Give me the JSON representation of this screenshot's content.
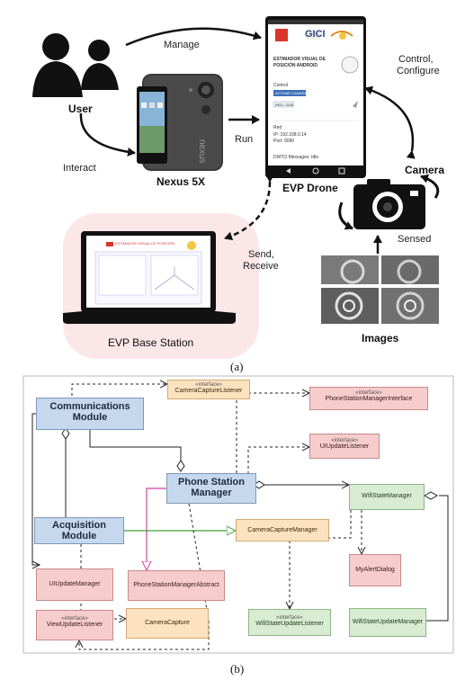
{
  "part_a": {
    "user_label": "User",
    "phone_label": "Nexus 5X",
    "drone_label": "EVP Drone",
    "camera_label": "Camera",
    "images_label": "Images",
    "base_label": "EVP Base Station",
    "edges": {
      "manage": "Manage",
      "run": "Run",
      "interact": "Interact",
      "control": "Control,",
      "configure": "Configure",
      "sensed": "Sensed",
      "send": "Send,",
      "receive": "Receive"
    },
    "screen": {
      "logo": "GICI",
      "title1": "ESTIMADOR VISUAL DE",
      "title2": "POSICIÓN ANDROID",
      "control": "Control",
      "btn": "ACTIVAR CAMARA",
      "red": "RED / 2D/E",
      "red_head": "Red",
      "ip": "IP: 192.168.0.14",
      "port": "Port: 9090",
      "msg": "DWTO Messages: Idle"
    },
    "base_screen_title": "ESTIMADOR VISUAL DE POSICIÓN"
  },
  "caption_a": "(a)",
  "caption_b": "(b)",
  "part_b": {
    "stereotype": "«interface»",
    "communications_module": "Communications Module",
    "phone_station_manager": "Phone Station Manager",
    "acquisition_module": "Acquisition Module",
    "camera_capture_listener": "CameraCaptureListener",
    "phone_station_manager_interface": "PhoneStationManagerInterface",
    "ui_update_listener": "UIUpdateListener",
    "wifi_state_manager": "WifiStateManager",
    "camera_capture_manager": "CameraCaptureManager",
    "my_alert_dialog": "MyAlertDialog",
    "ui_update_manager": "UIUpdateManager",
    "phone_station_manager_abstract": "PhoneStationManagerAbstract",
    "view_update_listener": "ViewUpdateListener",
    "camera_capture": "CameraCapture",
    "wifi_state_update_listener": "WifiStateUpdateListener",
    "wifi_state_update_manager": "WifiStateUpdateManager"
  }
}
